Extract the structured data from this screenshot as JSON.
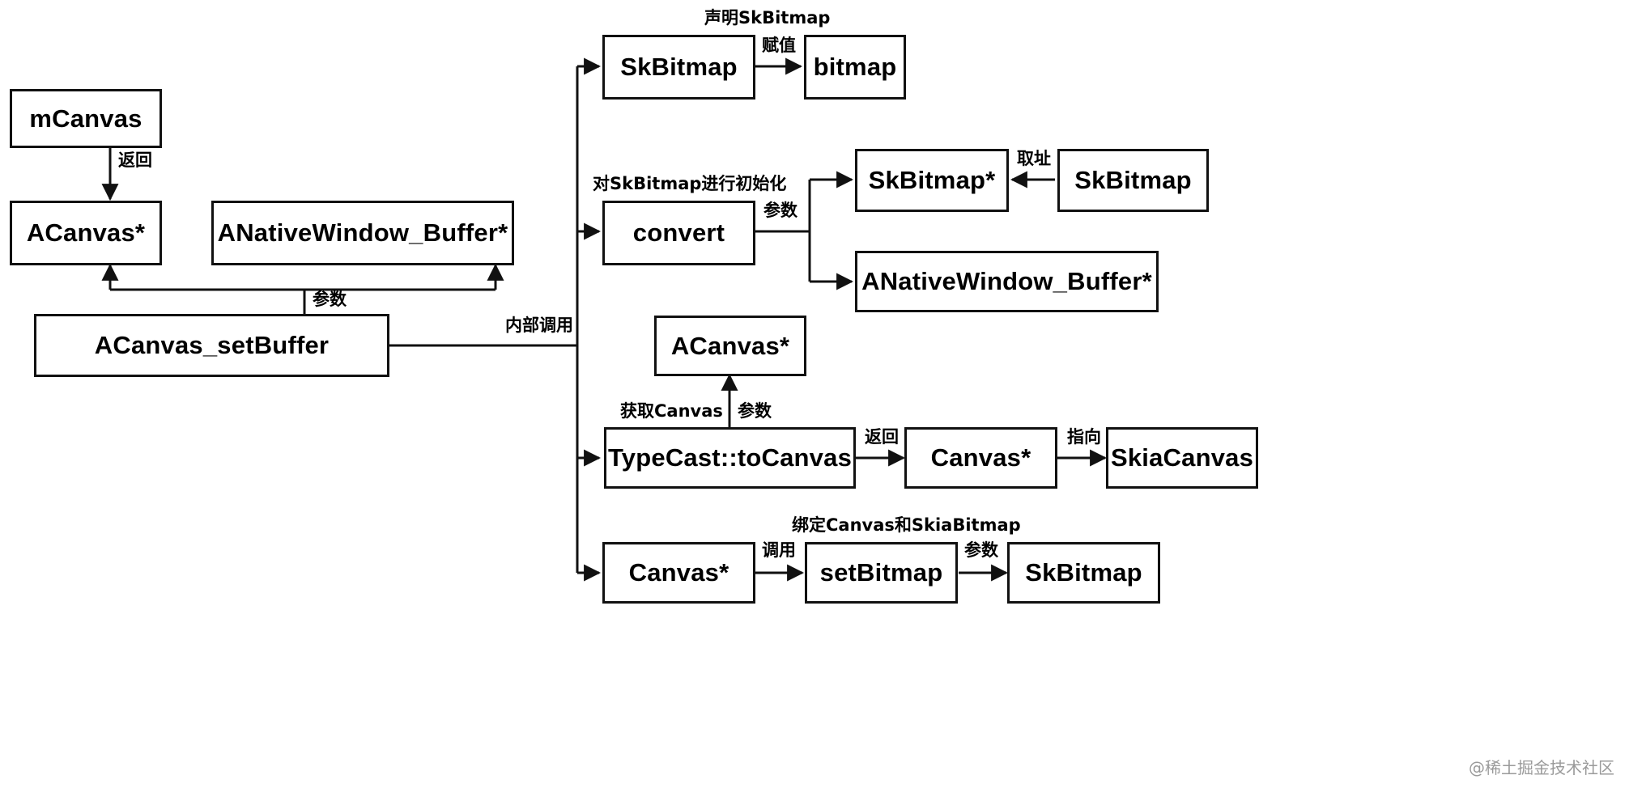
{
  "diagram": {
    "title": "ACanvas_setBuffer internal call flow",
    "stroke_color": "#111111",
    "fill_color": "#ffffff",
    "text_color": "#000000",
    "watermark": "@稀土掘金技术社区",
    "nodes": [
      {
        "id": "mcanvas",
        "label": "mCanvas"
      },
      {
        "id": "acanvas_ptr_l",
        "label": "ACanvas*"
      },
      {
        "id": "anw_buffer_l",
        "label": "ANativeWindow_Buffer*"
      },
      {
        "id": "acanvas_setbuffer",
        "label": "ACanvas_setBuffer"
      },
      {
        "id": "skbitmap_top",
        "label": "SkBitmap"
      },
      {
        "id": "bitmap",
        "label": "bitmap"
      },
      {
        "id": "convert",
        "label": "convert"
      },
      {
        "id": "skbitmap_ptr",
        "label": "SkBitmap*"
      },
      {
        "id": "skbitmap_right",
        "label": "SkBitmap"
      },
      {
        "id": "anw_buffer_r",
        "label": "ANativeWindow_Buffer*"
      },
      {
        "id": "acanvas_ptr_r",
        "label": "ACanvas*"
      },
      {
        "id": "typecast",
        "label": "TypeCast::toCanvas"
      },
      {
        "id": "canvas_ptr_mid",
        "label": "Canvas*"
      },
      {
        "id": "skiacanvas",
        "label": "SkiaCanvas"
      },
      {
        "id": "canvas_ptr_bot",
        "label": "Canvas*"
      },
      {
        "id": "setbitmap",
        "label": "setBitmap"
      },
      {
        "id": "skbitmap_bot",
        "label": "SkBitmap"
      }
    ],
    "edge_labels": [
      {
        "id": "l_return_left",
        "text": "返回"
      },
      {
        "id": "l_param_left",
        "text": "参数"
      },
      {
        "id": "l_internal_call",
        "text": "内部调用"
      },
      {
        "id": "l_declare_skbitmap",
        "text": "声明SkBitmap"
      },
      {
        "id": "l_assign",
        "text": "赋值"
      },
      {
        "id": "l_init_skbitmap",
        "text": "对SkBitmap进行初始化"
      },
      {
        "id": "l_param_convert",
        "text": "参数"
      },
      {
        "id": "l_address_of",
        "text": "取址"
      },
      {
        "id": "l_get_canvas",
        "text": "获取Canvas"
      },
      {
        "id": "l_param_typecast",
        "text": "参数"
      },
      {
        "id": "l_return_canvas",
        "text": "返回"
      },
      {
        "id": "l_point_to",
        "text": "指向"
      },
      {
        "id": "l_call",
        "text": "调用"
      },
      {
        "id": "l_bind_canvas_bitmap",
        "text": "绑定Canvas和SkiaBitmap"
      },
      {
        "id": "l_param_setbitmap",
        "text": "参数"
      }
    ]
  }
}
